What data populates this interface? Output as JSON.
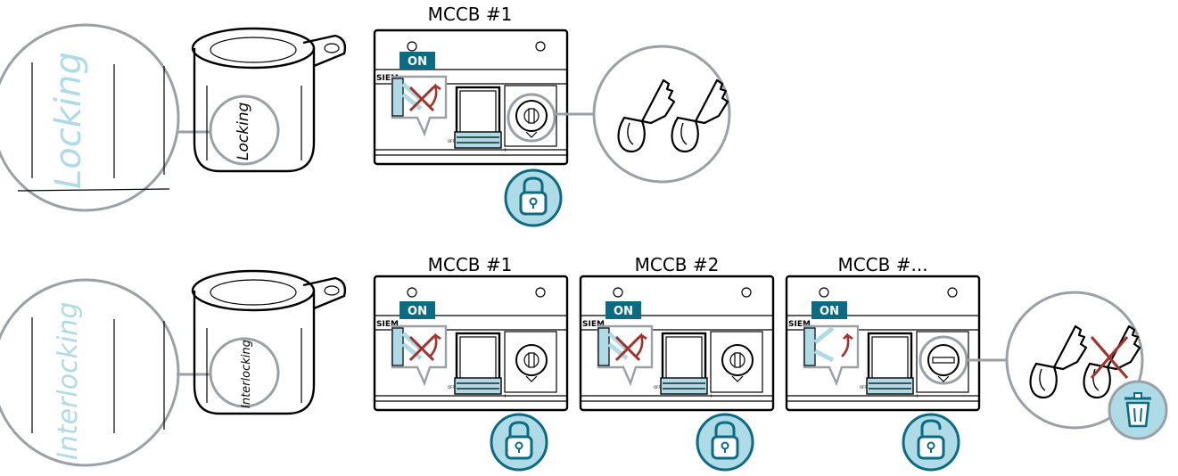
{
  "rows": [
    {
      "id": "locking",
      "word": "Locking",
      "breakers": [
        {
          "title": "MCCB #1",
          "badge": "ON",
          "brand": "SIEM",
          "lock_state": "locked",
          "key_state": "inserted"
        }
      ],
      "keys": [
        "key",
        "key"
      ]
    },
    {
      "id": "interlocking",
      "word": "Interlocking",
      "breakers": [
        {
          "title": "MCCB #1",
          "badge": "ON",
          "brand": "SIEM",
          "lock_state": "locked",
          "key_state": "inserted"
        },
        {
          "title": "MCCB #2",
          "badge": "ON",
          "brand": "SIEM",
          "lock_state": "locked",
          "key_state": "inserted"
        },
        {
          "title": "MCCB #...",
          "badge": "ON",
          "brand": "SIEM",
          "lock_state": "unlocked",
          "key_state": "removed"
        }
      ],
      "keys": [
        "key",
        "key-crossed-out"
      ],
      "discard_icon": "trash-icon"
    }
  ],
  "colors": {
    "accent_dark": "#0b6b82",
    "accent_light": "#aedbe6",
    "cross_red": "#a0332b",
    "lens_gray": "#9aa0a6"
  },
  "icons": {
    "locked": "padlock-closed-icon",
    "unlocked": "padlock-open-icon",
    "blocked_handle": "blocked-switch-icon",
    "free_handle": "rotate-on-icon"
  }
}
